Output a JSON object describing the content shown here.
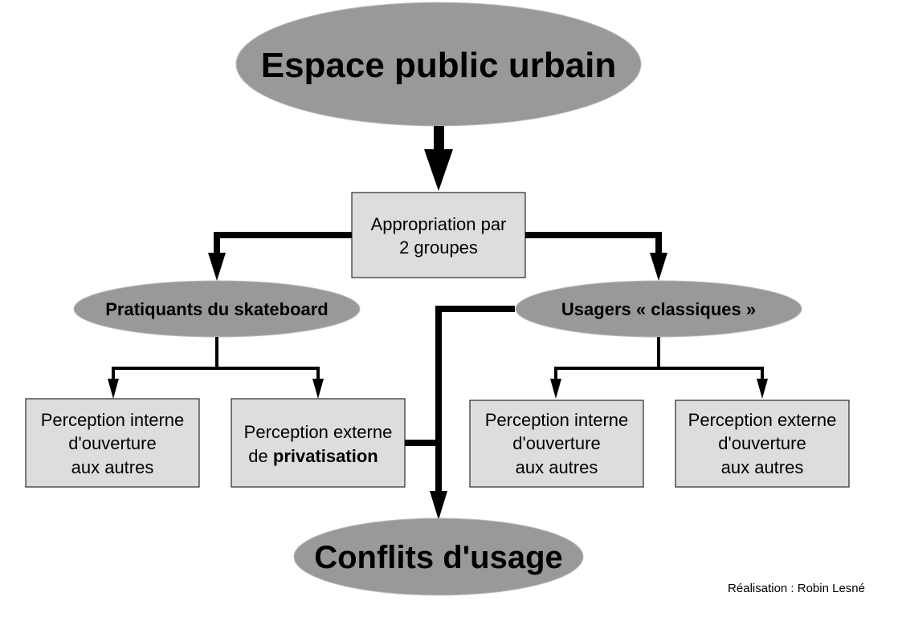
{
  "title": "Espace public urbain",
  "appropriation": {
    "line1": "Appropriation par",
    "line2": "2 groupes"
  },
  "groups": {
    "left": "Pratiquants du skateboard",
    "right": "Usagers « classiques »"
  },
  "boxes": [
    {
      "line1": "Perception interne",
      "line2": "d'ouverture",
      "line3": "aux autres"
    },
    {
      "line1": "Perception externe",
      "line2a": "de ",
      "line2b": "privatisation"
    },
    {
      "line1": "Perception interne",
      "line2": "d'ouverture",
      "line3": "aux autres"
    },
    {
      "line1": "Perception externe",
      "line2": "d'ouverture",
      "line3": "aux autres"
    }
  ],
  "result": "Conflits d'usage",
  "credit": "Réalisation : Robin Lesné",
  "colors": {
    "ellipse": "#999999",
    "box": "#dddddd",
    "line": "#000000"
  }
}
